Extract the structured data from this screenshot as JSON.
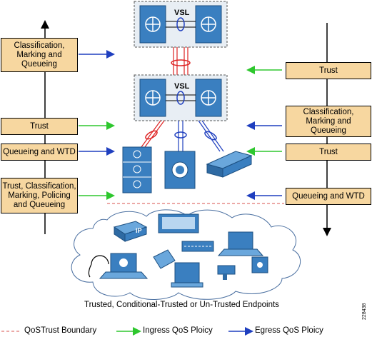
{
  "switch_pair_top": {
    "vsl_label": "VSL"
  },
  "switch_pair_bottom": {
    "vsl_label": "VSL"
  },
  "left_boxes": [
    "Classification,\nMarking and\nQueueing",
    "Trust",
    "Queueing and WTD",
    "Trust, Classification,\nMarking, Policing\nand Queueing"
  ],
  "right_boxes": [
    "Trust",
    "Classification,\nMarking and\nQueueing",
    "Trust",
    "Queueing and WTD"
  ],
  "cloud_caption": "Trusted, Conditional-Trusted or Un-Trusted Endpoints",
  "legend": {
    "boundary": "QoSTrust Boundary",
    "ingress": "Ingress QoS Ploicy",
    "egress": "Egress QoS Ploicy"
  },
  "colors": {
    "box_fill": "#f7d7a0",
    "ingress": "#2ec72e",
    "egress": "#1f3fbf",
    "boundary": "#d9534f",
    "device_blue": "#3a7fc0"
  },
  "figure_id": "228438",
  "endpoint_labels": {
    "ip_phone": "IP"
  }
}
